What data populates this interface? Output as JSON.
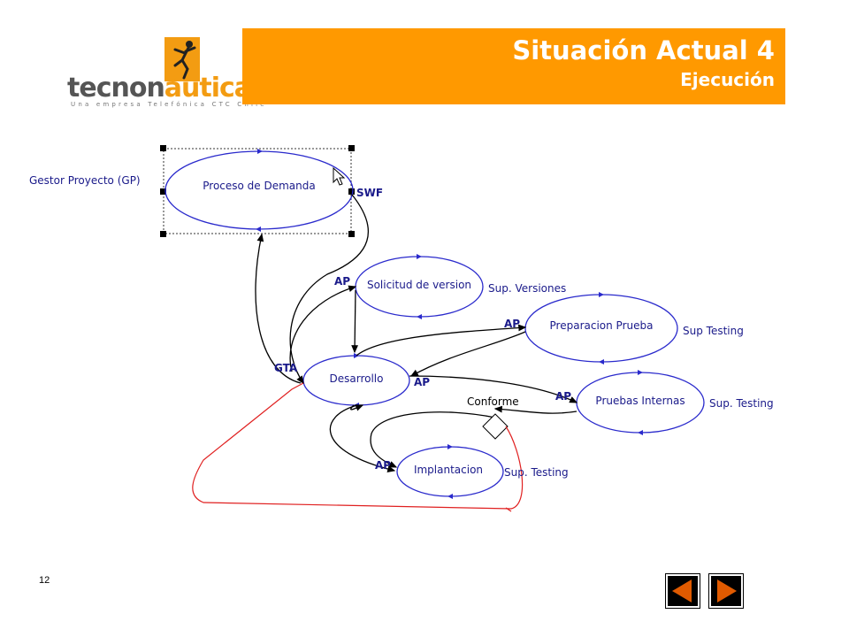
{
  "header": {
    "logo_word_main": "tecnon",
    "logo_word_accent": "áutica",
    "logo_tagline": "Una empresa Telefónica CTC Chile",
    "title": "Situación Actual 4",
    "subtitle": "Ejecución"
  },
  "diagram": {
    "nodes": {
      "proceso": "Proceso de Demanda",
      "solicitud": "Solicitud de version",
      "preparacion": "Preparacion Prueba",
      "desarrollo": "Desarrollo",
      "pruebas": "Pruebas Internas",
      "implantacion": "Implantacion"
    },
    "labels": {
      "gestor": "Gestor Proyecto (GP)",
      "swf": "SWF",
      "ap_solicitud": "AP",
      "sup_versiones": "Sup. Versiones",
      "ap_preparacion": "AP",
      "sup_testing_prep": "Sup Testing",
      "gta": "GTA",
      "ap_desarrollo": "AP",
      "conforme": "Conforme",
      "ap_pruebas": "AP",
      "sup_testing_pruebas": "Sup. Testing",
      "ap_implantacion": "AP",
      "sup_testing_impl": "Sup. Testing"
    },
    "colors": {
      "ellipse": "#2a2acc",
      "connector": "#000000",
      "loop": "#e02020"
    }
  },
  "footer": {
    "page_number": "12"
  },
  "colors": {
    "accent": "#ff9900",
    "nav_fill": "#e05a00"
  }
}
